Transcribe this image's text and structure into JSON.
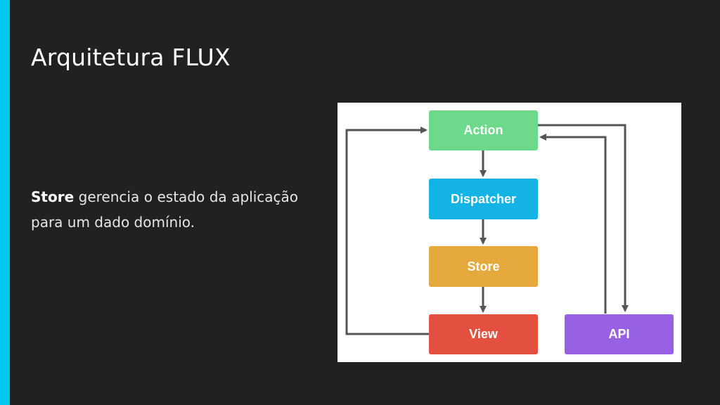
{
  "slide": {
    "title": "Arquitetura FLUX",
    "body": {
      "term": "Store",
      "rest": " gerencia o estado da aplicação para um dado domínio."
    }
  },
  "diagram": {
    "nodes": [
      {
        "id": "action",
        "label": "Action",
        "color": "#6ed98a"
      },
      {
        "id": "dispatcher",
        "label": "Dispatcher",
        "color": "#14b3e6"
      },
      {
        "id": "store",
        "label": "Store",
        "color": "#e5a93e"
      },
      {
        "id": "view",
        "label": "View",
        "color": "#e4503f"
      },
      {
        "id": "api",
        "label": "API",
        "color": "#9861e3"
      }
    ],
    "edges": [
      {
        "from": "action",
        "to": "dispatcher"
      },
      {
        "from": "dispatcher",
        "to": "store"
      },
      {
        "from": "store",
        "to": "view"
      },
      {
        "from": "view",
        "to": "action"
      },
      {
        "from": "action",
        "to": "api"
      },
      {
        "from": "api",
        "to": "action"
      }
    ],
    "colors": {
      "accent": "#00c8f0",
      "background": "#212121",
      "arrow": "#555555"
    }
  }
}
